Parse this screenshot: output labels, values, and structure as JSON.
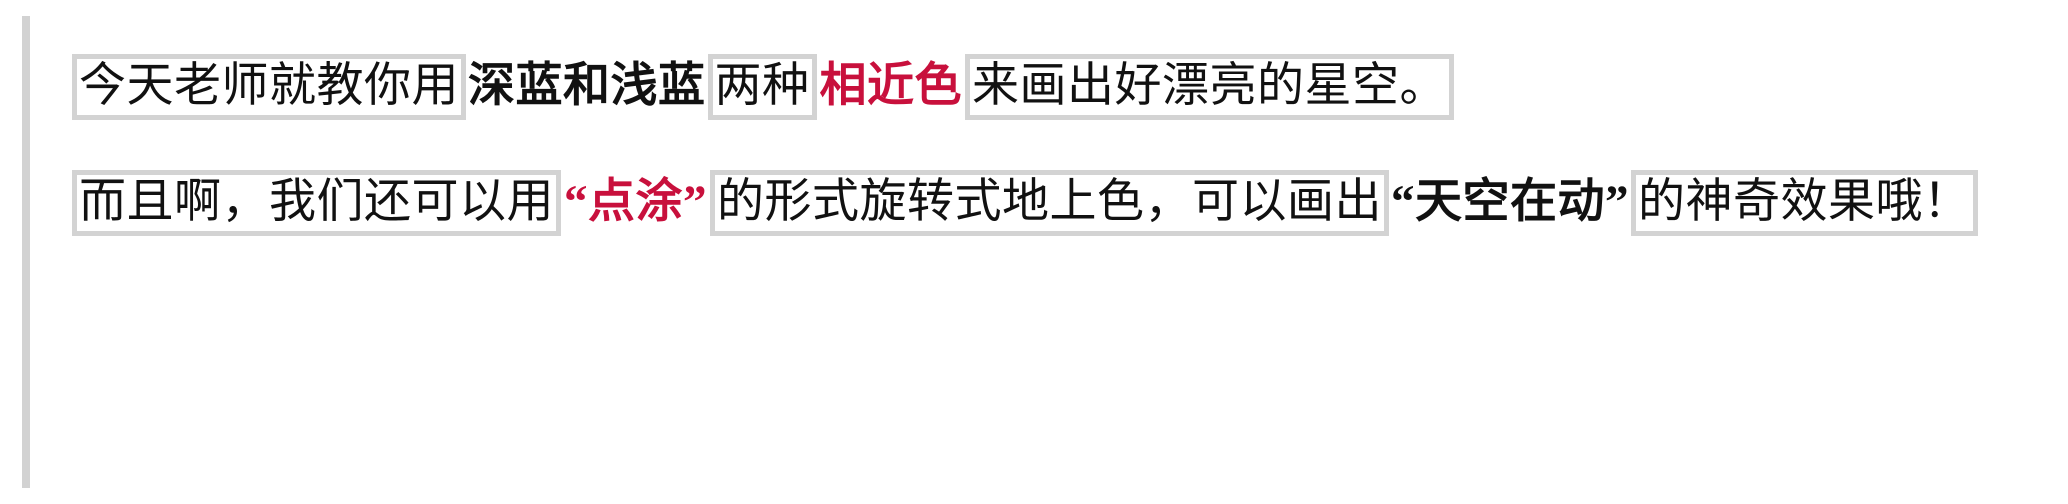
{
  "document": {
    "style": {
      "accent_color": "#c8103c",
      "box_border_color": "#d3d3d3",
      "left_rule_color": "#d2d2d2",
      "text_color": "#111111",
      "background_color": "#ffffff"
    },
    "paragraphs": [
      {
        "id": "paragraph-1",
        "segments": [
          {
            "kind": "boxed",
            "text": "今天老师就教你用"
          },
          {
            "kind": "strong",
            "text": "深蓝和浅蓝"
          },
          {
            "kind": "boxed",
            "text": "两种"
          },
          {
            "kind": "accent",
            "text": "相近色"
          },
          {
            "kind": "boxed",
            "text": "来画出好漂亮的星空。"
          }
        ]
      },
      {
        "id": "paragraph-2",
        "segments": [
          {
            "kind": "boxed",
            "text": "而且啊，我们还可以用"
          },
          {
            "kind": "accent",
            "text": "“点涂”"
          },
          {
            "kind": "boxed",
            "text": "的形式旋转式地上色，可以画出"
          },
          {
            "kind": "strong",
            "text": "“天空在动”"
          },
          {
            "kind": "boxed",
            "text": "的神奇效果哦！"
          }
        ]
      }
    ]
  }
}
